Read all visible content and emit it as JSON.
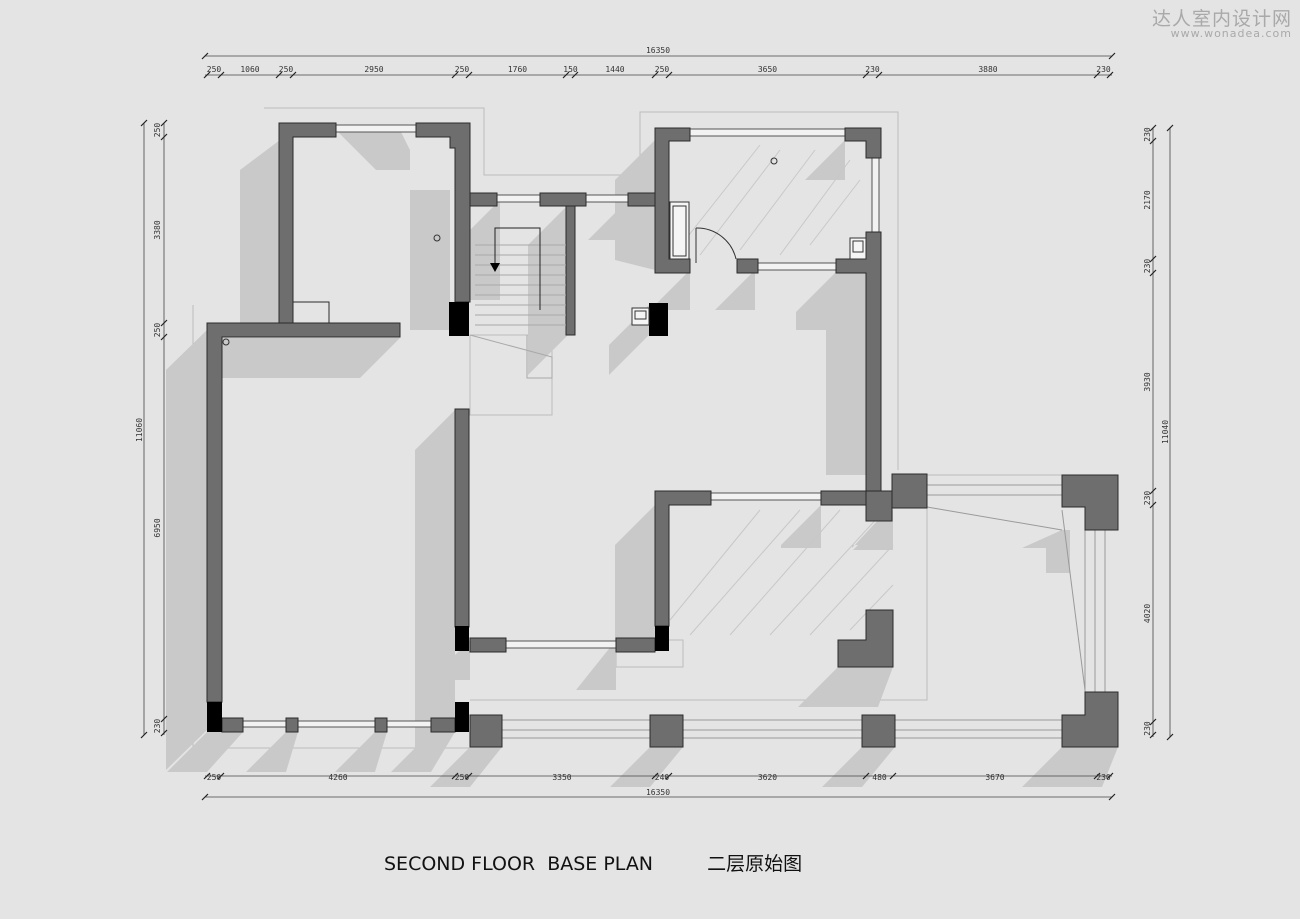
{
  "watermark": {
    "brand": "达人室内设计网",
    "url": "www.wonadea.com"
  },
  "caption": {
    "english": "SECOND FLOOR  BASE PLAN",
    "chinese": "二层原始图"
  },
  "dimensions": {
    "top_total": "16350",
    "top": [
      "250",
      "1060",
      "250",
      "2950",
      "250",
      "1760",
      "150",
      "1440",
      "250",
      "3650",
      "230",
      "3880",
      "230"
    ],
    "bottom_total": "16350",
    "bottom": [
      "250",
      "4260",
      "250",
      "3350",
      "240",
      "3620",
      "480",
      "3670",
      "230"
    ],
    "left_total": "11060",
    "left": [
      "250",
      "3380",
      "250",
      "6950",
      "230"
    ],
    "right_total": "11040",
    "right": [
      "230",
      "2170",
      "230",
      "3930",
      "230",
      "4020",
      "230"
    ]
  },
  "colors": {
    "background": "#e4e4e4",
    "wall": "#6e6e6e",
    "column": "#000000",
    "shadow": "#c9c9c9"
  }
}
